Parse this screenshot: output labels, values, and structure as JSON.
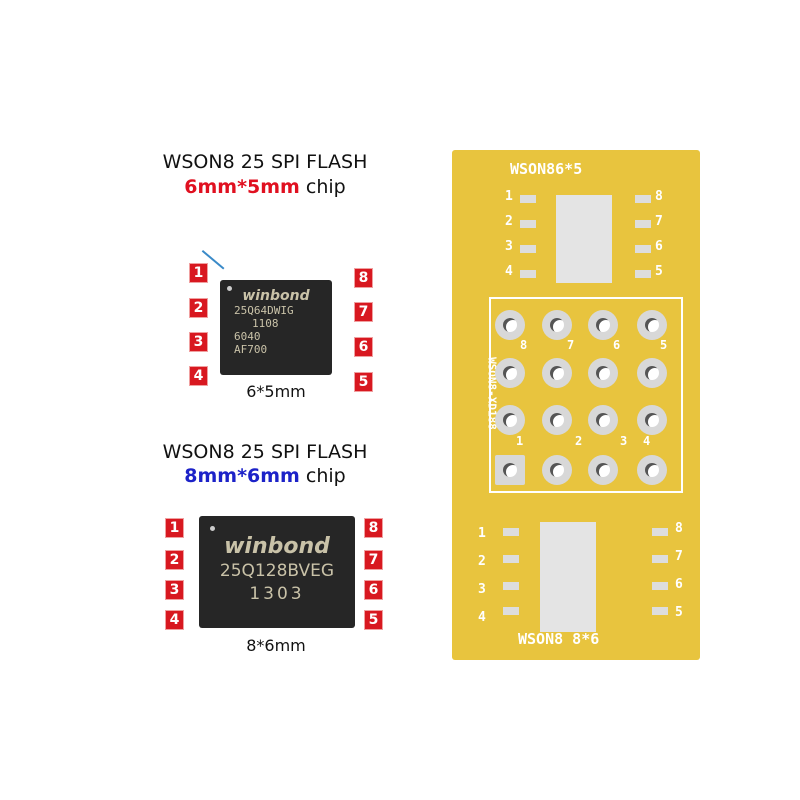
{
  "chip_small": {
    "title": "WSON8 25 SPI FLASH",
    "size_highlight": "6mm*5mm",
    "size_suffix": "chip",
    "accent": "#e01020",
    "brand": "winbond",
    "marking": [
      "25Q64DWIG",
      "1108",
      "6040",
      "AF700"
    ],
    "caption": "6*5mm",
    "pins_left": [
      "1",
      "2",
      "3",
      "4"
    ],
    "pins_right": [
      "8",
      "7",
      "6",
      "5"
    ]
  },
  "chip_large": {
    "title": "WSON8 25 SPI FLASH",
    "size_highlight": "8mm*6mm",
    "size_suffix": "chip",
    "accent": "#1c22c8",
    "brand": "winbond",
    "marking": [
      "25Q128BVEG",
      "1303"
    ],
    "caption": "8*6mm",
    "pins_left": [
      "1",
      "2",
      "3",
      "4"
    ],
    "pins_right": [
      "8",
      "7",
      "6",
      "5"
    ]
  },
  "pcb": {
    "top_label": "WSON86*5",
    "bottom_label": "WSON8 8*6",
    "side_label": "WSON8-XD188",
    "grid_labels": [
      "8",
      "7",
      "6",
      "5",
      "1",
      "2",
      "3",
      "4"
    ],
    "top_pins_left": [
      "1",
      "2",
      "3",
      "4"
    ],
    "top_pins_right": [
      "8",
      "7",
      "6",
      "5"
    ],
    "bottom_pins_left": [
      "1",
      "2",
      "3",
      "4"
    ],
    "bottom_pins_right": [
      "8",
      "7",
      "6",
      "5"
    ]
  }
}
